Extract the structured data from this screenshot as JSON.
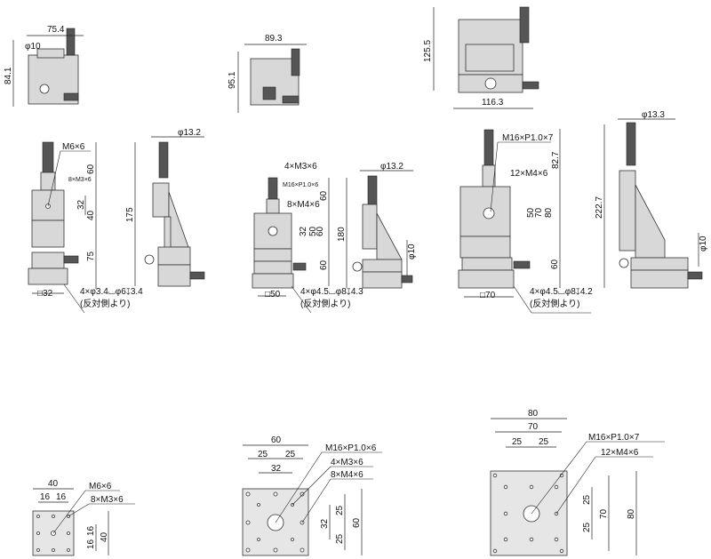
{
  "top_views": {
    "small": {
      "width": "75.4",
      "height": "84.1",
      "knob": "φ10"
    },
    "medium": {
      "width": "89.3",
      "height": "95.1"
    },
    "large": {
      "width": "116.3",
      "height": "125.5"
    }
  },
  "front_views": {
    "small": {
      "tap_center": "M6×6",
      "taps": "8×M3×6",
      "pitch_inner": "32",
      "pitch_outer": "40",
      "upper": "60",
      "lower": "75",
      "base": "□32",
      "mount": "4×φ3.4⌴φ6↧3.4",
      "mount_note": "(反対側より)"
    },
    "medium": {
      "taps_small": "4×M3×6",
      "tap_center": "M16×P1.0×6",
      "taps": "8×M4×6",
      "upper": "60",
      "pitch_a": "32",
      "pitch_b": "50",
      "pitch_c": "60",
      "lower": "60",
      "base": "□50",
      "mount": "4×φ4.5⌴φ8↧4.3",
      "mount_note": "(反対側より)"
    },
    "large": {
      "tap_center": "M16×P1.0×7",
      "upper": "82.7",
      "taps": "12×M4×6",
      "pitch_a": "50",
      "pitch_b": "70",
      "pitch_c": "80",
      "lower": "60",
      "base": "□70",
      "mount": "4×φ4.5⌴φ8↧4.2",
      "mount_note": "(反対側より)"
    }
  },
  "side_views": {
    "small": {
      "micrometer": "φ13.2",
      "height": "175"
    },
    "medium": {
      "micrometer": "φ13.2",
      "height": "180",
      "knob": "φ10"
    },
    "large": {
      "micrometer": "φ13.3",
      "height": "222.7",
      "knob": "φ10"
    }
  },
  "plates": {
    "small": {
      "width": "40",
      "pitch_x1": "16",
      "pitch_x2": "16",
      "tap_center": "M6×6",
      "taps": "8×M3×6",
      "pitch_y1": "16",
      "pitch_y2": "16",
      "height": "40"
    },
    "medium": {
      "width": "60",
      "pitch_x1": "25",
      "pitch_x2": "25",
      "pitch_inner": "32",
      "tap_center": "M16×P1.0×6",
      "taps_small": "4×M3×6",
      "taps": "8×M4×6",
      "pitch_y1": "25",
      "pitch_y_inner": "32",
      "pitch_y2": "25",
      "height": "60"
    },
    "large": {
      "width": "80",
      "width_inner": "70",
      "pitch_x1": "25",
      "pitch_x2": "25",
      "tap_center": "M16×P1.0×7",
      "taps": "12×M4×6",
      "pitch_y1": "25",
      "height_inner": "70",
      "pitch_y2": "25",
      "height": "80"
    }
  }
}
